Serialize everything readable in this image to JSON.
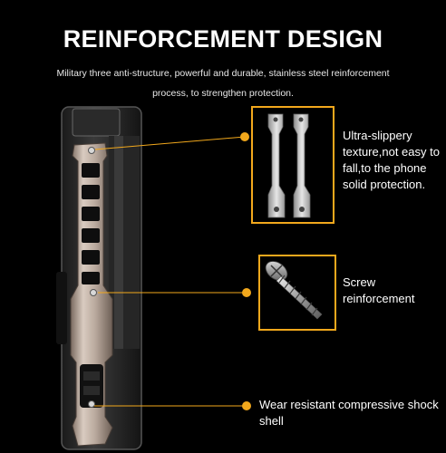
{
  "header": {
    "title": "REINFORCEMENT DESIGN",
    "subtitle_line1": "Military three anti-structure, powerful and durable, stainless steel reinforcement",
    "subtitle_line2": "process, to strengthen protection."
  },
  "callouts": [
    {
      "text": "Ultra-slippery texture,not easy to fall,to the phone solid protection."
    },
    {
      "text": "Screw reinforcement"
    },
    {
      "text": "Wear resistant compressive shock shell"
    }
  ],
  "colors": {
    "background": "#000000",
    "accent": "#f2a81c",
    "text": "#ffffff"
  }
}
